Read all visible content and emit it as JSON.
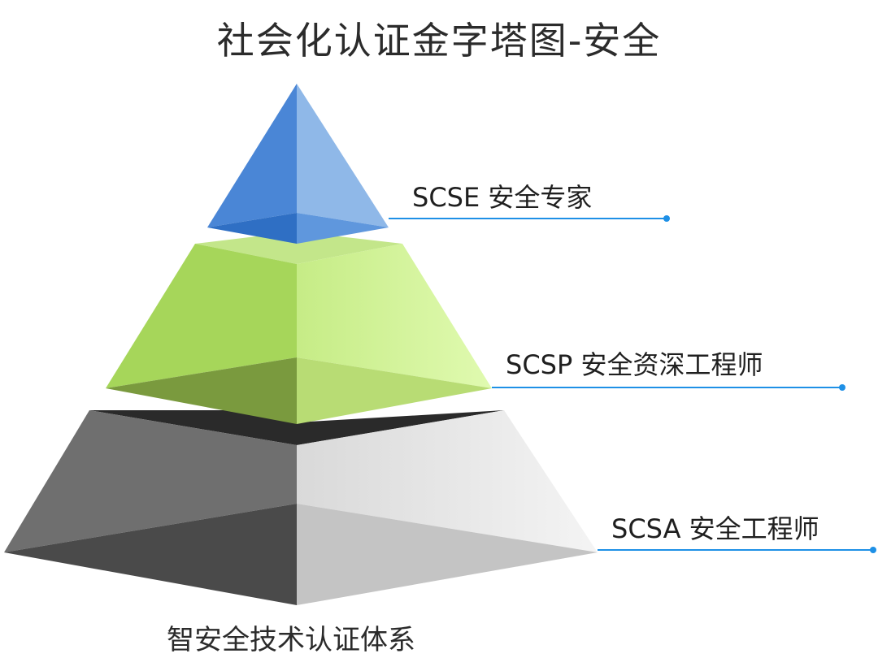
{
  "title": "社会化认证金字塔图-安全",
  "tiers": [
    {
      "label": "SCSE 安全专家",
      "color": "#4a86d6"
    },
    {
      "label": "SCSP 安全资深工程师",
      "color": "#b6e06a"
    },
    {
      "label": "SCSA 安全工程师",
      "color": "#6e6e6e"
    }
  ],
  "leader_color": "#1e90e6",
  "footer": "智安全技术认证体系"
}
